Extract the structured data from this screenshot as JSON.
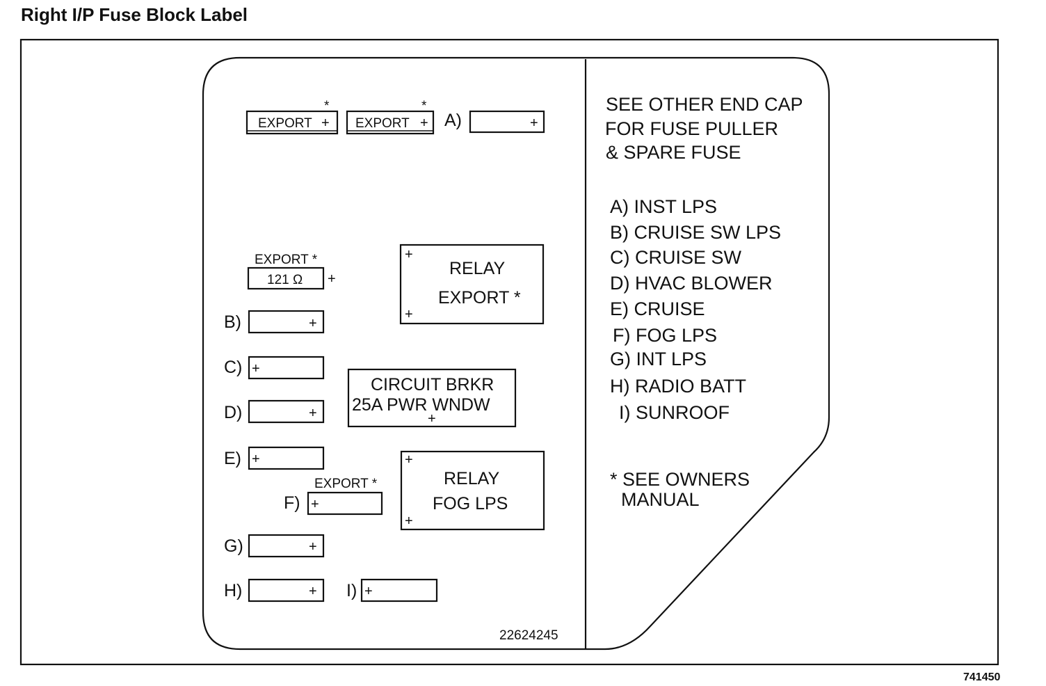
{
  "title": "Right I/P Fuse Block Label",
  "figure_number": "741450",
  "part_number": "22624245",
  "plus_sign": "+",
  "asterisk": "*",
  "top_row": {
    "export_1": "EXPORT",
    "export_2": "EXPORT",
    "label_a": "A)"
  },
  "resistor": {
    "label": "EXPORT *",
    "value": "121 Ω"
  },
  "relay_export": {
    "line1": "RELAY",
    "line2": "EXPORT *"
  },
  "circuit_breaker": {
    "line1": "CIRCUIT BRKR",
    "line2": "25A PWR WNDW"
  },
  "relay_fog": {
    "line1": "RELAY",
    "line2": "FOG LPS"
  },
  "fuse_labels": {
    "b": "B)",
    "c": "C)",
    "d": "D)",
    "e": "E)",
    "f": "F)",
    "f_export": "EXPORT *",
    "g": "G)",
    "h": "H)",
    "i": "I)"
  },
  "note": {
    "line1": "SEE OTHER END CAP",
    "line2": "FOR FUSE PULLER",
    "line3": "& SPARE FUSE"
  },
  "legend": [
    "A) INST LPS",
    "B) CRUISE SW LPS",
    "C) CRUISE SW",
    "D) HVAC BLOWER",
    "E) CRUISE",
    "F) FOG LPS",
    "G) INT LPS",
    "H) RADIO BATT",
    "I) SUNROOF"
  ],
  "owners_note": {
    "line1": "* SEE OWNERS",
    "line2": "MANUAL"
  }
}
